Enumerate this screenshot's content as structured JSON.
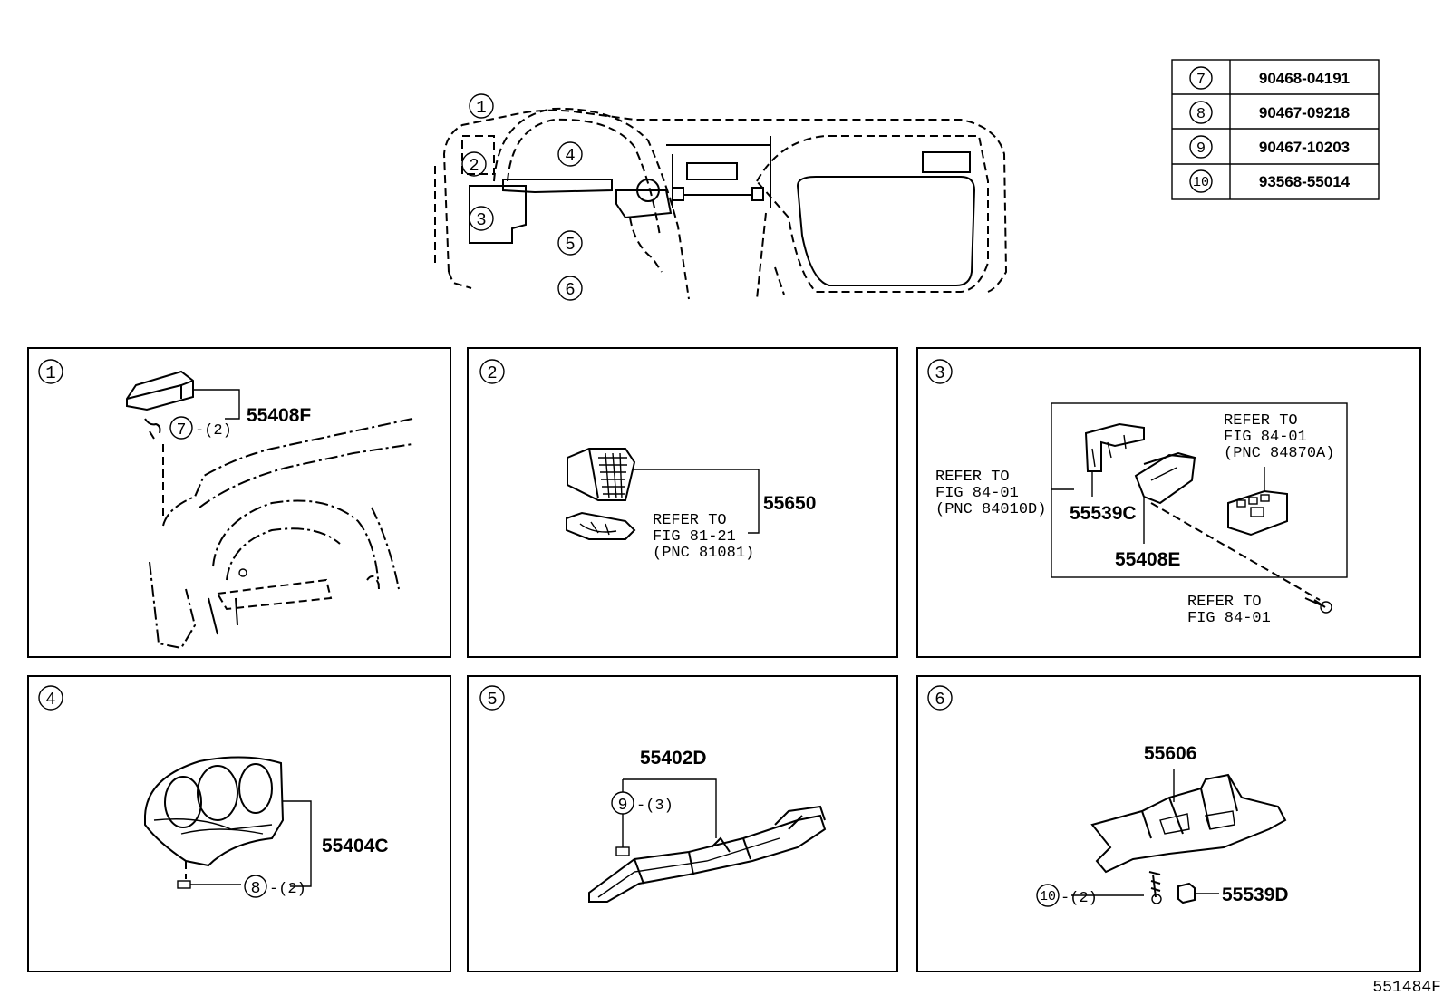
{
  "overview": {
    "callouts": [
      "1",
      "2",
      "3",
      "4",
      "5",
      "6"
    ]
  },
  "fastener_table": {
    "rows": [
      {
        "ref": "7",
        "part": "90468-04191"
      },
      {
        "ref": "8",
        "part": "90467-09218"
      },
      {
        "ref": "9",
        "part": "90467-10203"
      },
      {
        "ref": "10",
        "part": "93568-55014"
      }
    ]
  },
  "panels": {
    "p1": {
      "num": "1",
      "part": "55408F",
      "fastener_ref": "7",
      "qty": "-(2)"
    },
    "p2": {
      "num": "2",
      "part": "55650",
      "refer": [
        "REFER TO",
        "FIG 81-21",
        "(PNC 81081)"
      ]
    },
    "p3": {
      "num": "3",
      "part_a": "55539C",
      "part_b": "55408E",
      "refer_left": [
        "REFER TO",
        "FIG 84-01",
        "(PNC 84010D)"
      ],
      "refer_right": [
        "REFER TO",
        "FIG 84-01",
        "(PNC 84870A)"
      ],
      "refer_bottom": [
        "REFER TO",
        "FIG 84-01"
      ]
    },
    "p4": {
      "num": "4",
      "part": "55404C",
      "fastener_ref": "8",
      "qty": "-(2)"
    },
    "p5": {
      "num": "5",
      "part": "55402D",
      "fastener_ref": "9",
      "qty": "-(3)"
    },
    "p6": {
      "num": "6",
      "part_a": "55606",
      "part_b": "55539D",
      "fastener_ref": "10",
      "qty": "-(2)"
    }
  },
  "figure_id": "551484F"
}
